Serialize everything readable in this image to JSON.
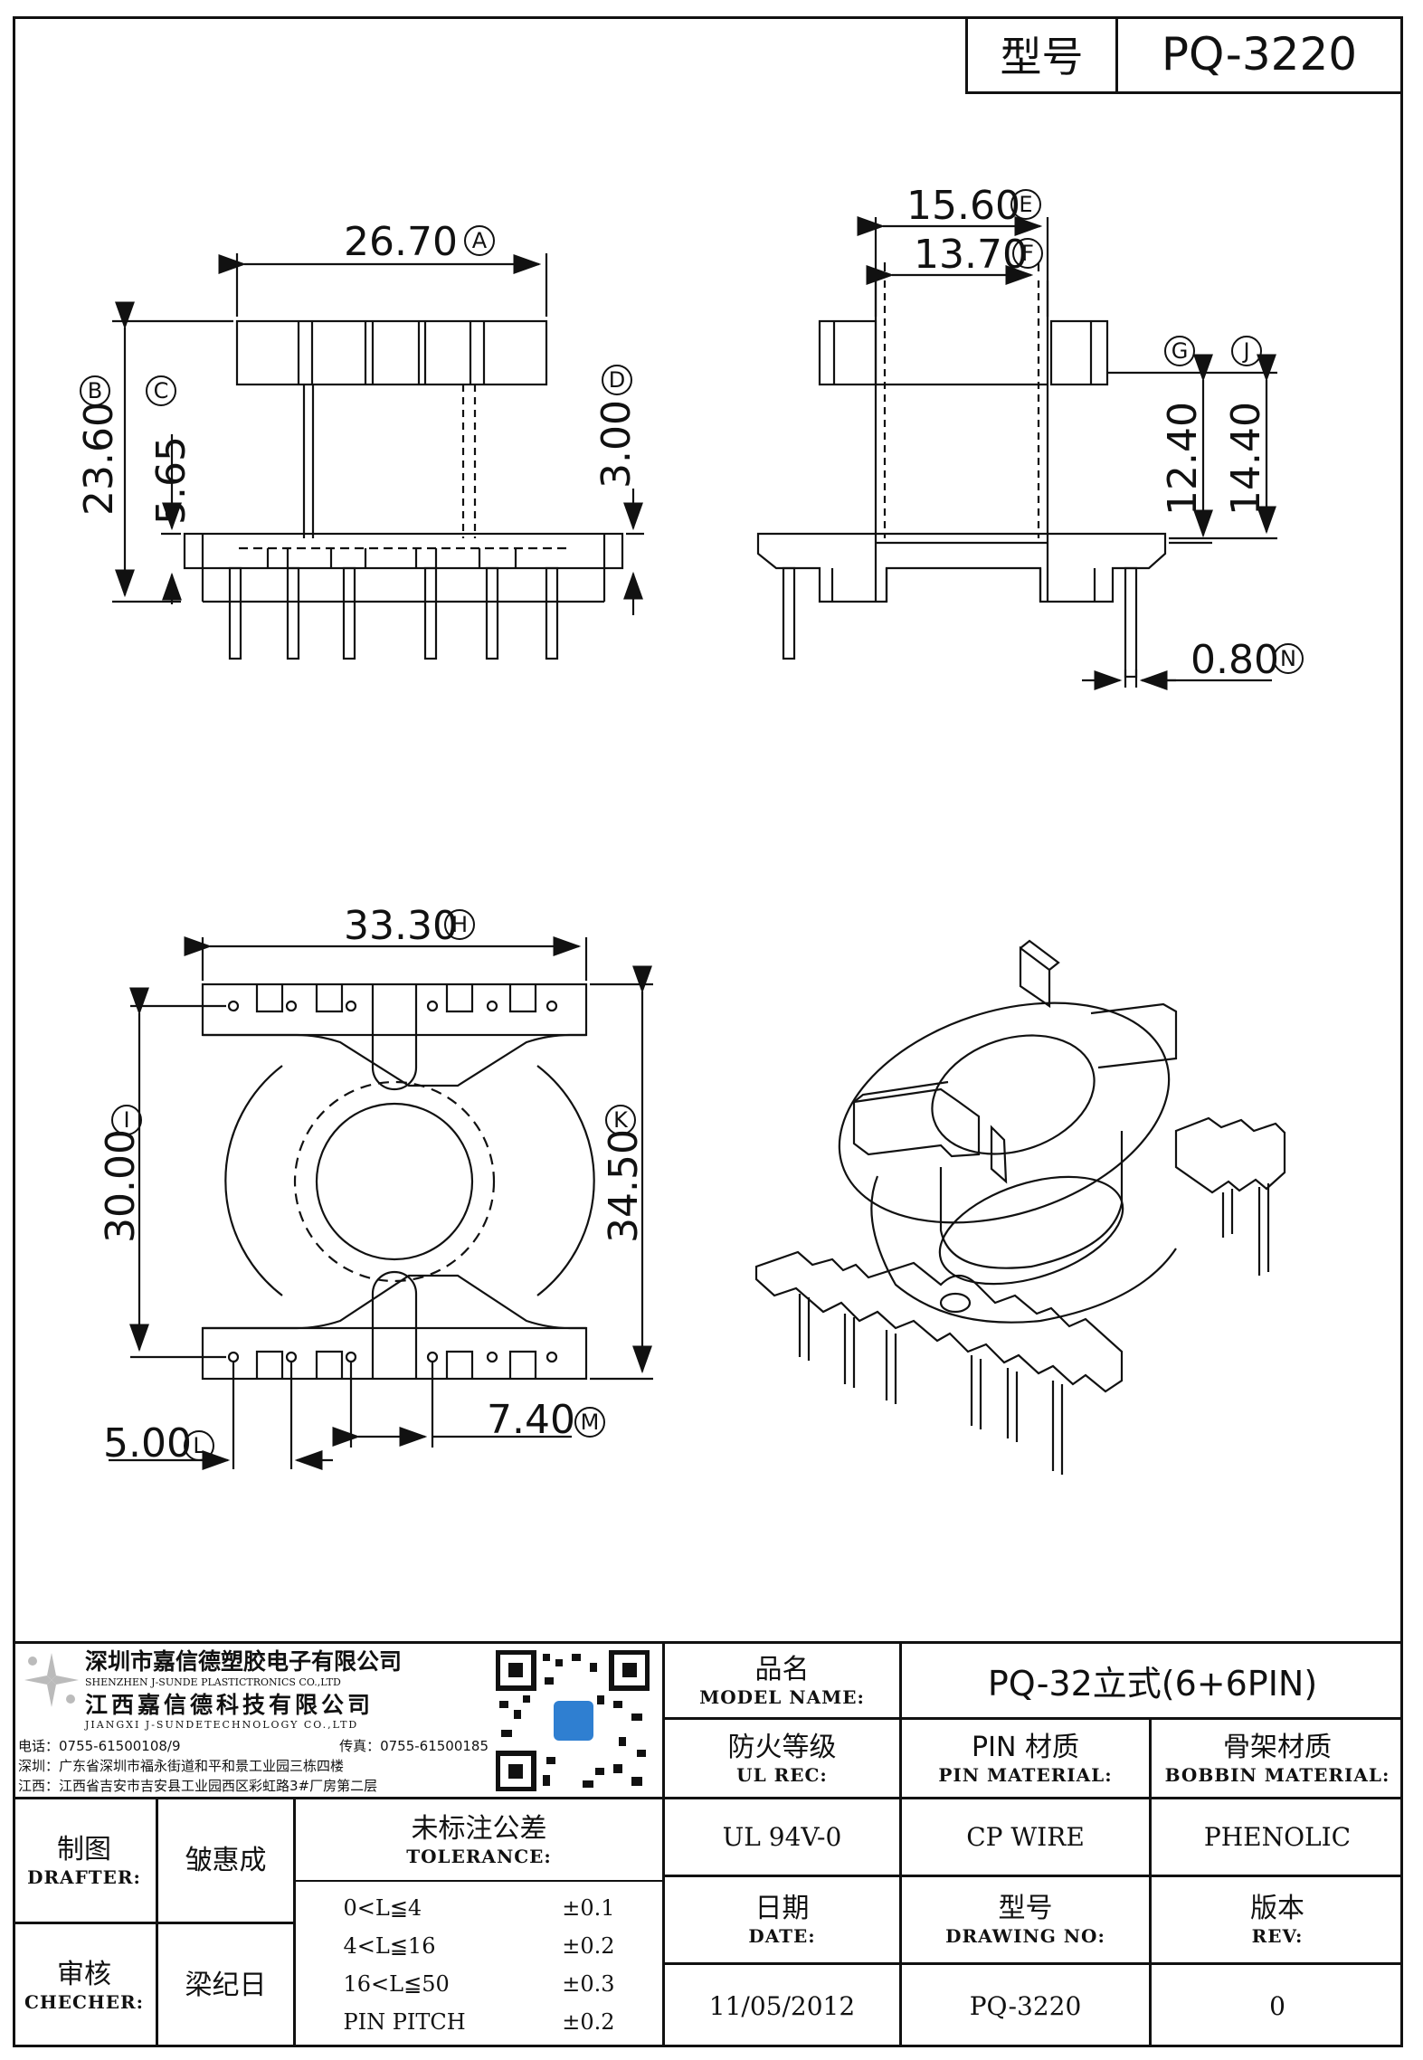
{
  "header": {
    "label": "型号",
    "value": "PQ-3220"
  },
  "dims": {
    "a": "26.70",
    "b": "23.60",
    "c": "5.65",
    "d": "3.00",
    "e": "15.60",
    "f": "13.70",
    "g": "",
    "j": "",
    "gv": "12.40",
    "jv": "14.40",
    "n": "0.80",
    "h": "33.30",
    "i": "30.00",
    "k": "34.50",
    "l": "5.00",
    "m": "7.40"
  },
  "markers": {
    "a": "A",
    "b": "B",
    "c": "C",
    "d": "D",
    "e": "E",
    "f": "F",
    "g": "G",
    "h": "H",
    "i": "I",
    "j": "J",
    "k": "K",
    "l": "L",
    "m": "M",
    "n": "N"
  },
  "company": {
    "name_cn": "深圳市嘉信德塑胶电子有限公司",
    "name_en": "SHENZHEN J-SUNDE PLASTICTRONICS CO.,LTD",
    "name2_cn": "江西嘉信德科技有限公司",
    "name2_en": "JIANGXI J-SUNDETECHNOLOGY CO.,LTD",
    "phone": "电话：0755-61500108/9",
    "fax": "传真：0755-61500185",
    "addr_sz": "深圳：广东省深圳市福永街道和平和景工业园三栋四楼",
    "addr_jx": "江西：江西省吉安市吉安县工业园西区彩虹路3#厂房第二层"
  },
  "table": {
    "model_name_cn": "品名",
    "model_name_en": "MODEL NAME:",
    "model_name_val": "PQ-32立式(6+6PIN)",
    "ul_cn": "防火等级",
    "ul_en": "UL REC:",
    "ul_val": "UL 94V-0",
    "pin_cn": "PIN 材质",
    "pin_en": "PIN MATERIAL:",
    "pin_val": "CP WIRE",
    "bob_cn": "骨架材质",
    "bob_en": "BOBBIN MATERIAL:",
    "bob_val": "PHENOLIC",
    "drafter_cn": "制图",
    "drafter_en": "DRAFTER:",
    "drafter_val": "皱惠成",
    "checker_cn": "审核",
    "checker_en": "CHECHER:",
    "checker_val": "梁纪日",
    "tol_cn": "未标注公差",
    "tol_en": "TOLERANCE:",
    "tol_rows": [
      [
        "0<L≦4",
        "±0.1"
      ],
      [
        "4<L≦16",
        "±0.2"
      ],
      [
        "16<L≦50",
        "±0.3"
      ],
      [
        "PIN PITCH",
        "±0.2"
      ]
    ],
    "date_cn": "日期",
    "date_en": "DATE:",
    "date_val": "11/05/2012",
    "dwg_cn": "型号",
    "dwg_en": "DRAWING NO:",
    "dwg_val": "PQ-3220",
    "rev_cn": "版本",
    "rev_en": "REV:",
    "rev_val": "0"
  },
  "colors": {
    "line": "#111111",
    "qr_accent": "#2f7fd1"
  }
}
